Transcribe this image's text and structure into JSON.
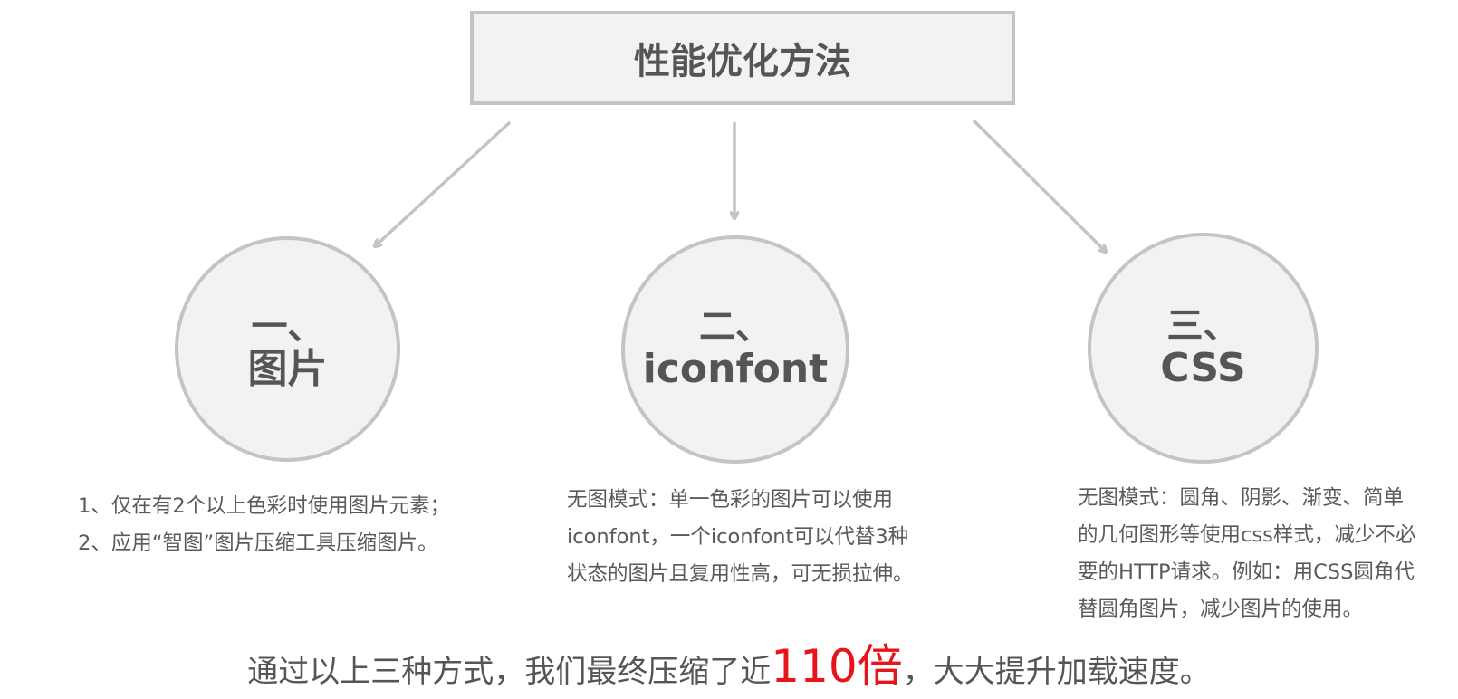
{
  "title": "性能优化方法",
  "methods": [
    {
      "num": "一、",
      "name": "图片",
      "desc": [
        "1、仅在有2个以上色彩时使用图片元素；",
        "2、应用“智图”图片压缩工具压缩图片。"
      ]
    },
    {
      "num": "二、",
      "name": "iconfont",
      "desc": [
        "无图模式：单一色彩的图片可以使用",
        "iconfont，一个iconfont可以代替3种",
        "状态的图片且复用性高，可无损拉伸。"
      ]
    },
    {
      "num": "三、",
      "name": "CSS",
      "desc": [
        "无图模式：圆角、阴影、渐变、简单",
        "的几何图形等使用css样式，减少不必",
        "要的HTTP请求。例如：用CSS圆角代",
        "替圆角图片，减少图片的使用。"
      ]
    }
  ],
  "summary": {
    "before": "通过以上三种方式，我们最终压缩了近",
    "highlight": "110倍",
    "after": "，大大提升加载速度。"
  },
  "colors": {
    "border": "#c4c4c4",
    "fill": "#f2f2f2",
    "text": "#555555",
    "highlight": "#e8141b"
  }
}
